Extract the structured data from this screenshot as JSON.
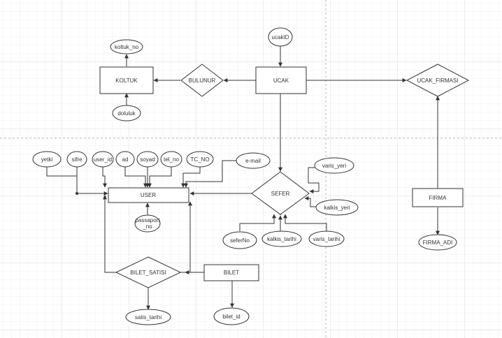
{
  "entities": {
    "koltuk": "KOLTUK",
    "ucak": "UCAK",
    "user": "USER",
    "firma": "FIRMA",
    "bilet": "BILET"
  },
  "relationships": {
    "bulunur": "BULUNUR",
    "ucak_firmasi": "UCAK_FIRMASI",
    "sefer": "SEFER",
    "bilet_satisi": "BILET_SATISI"
  },
  "attributes": {
    "koltuk_no": "koltuk_no",
    "doluluk": "doluluk",
    "ucakID": "ucakID",
    "yetki": "yetki",
    "sifre": "sifre",
    "user_id": "user_id",
    "ad": "ad",
    "soyad": "soyad",
    "tel_no": "tel_no",
    "tc_no": "TC_NO",
    "email": "e-mail",
    "passaport_no_1": "passaport",
    "passaport_no_2": "_no",
    "varis_yeri_top": "varis_yeri",
    "kalkis_yeri": "kalkis_yeri",
    "sefer_no": "seferNo",
    "kalkis_tarihi": "kalkis_tarihi",
    "varis_tarihi": "varis_tarihi",
    "satis_tarihi": "satis_tarihi",
    "bilet_id": "bilet_id",
    "firma_adi": "FIRMA_ADI"
  },
  "colors": {
    "stroke": "#333333",
    "fill": "#ffffff",
    "grid": "#ececec"
  }
}
